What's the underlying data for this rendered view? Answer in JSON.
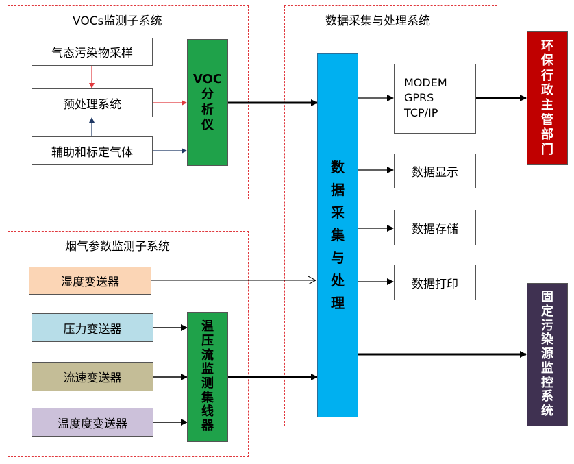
{
  "regions": {
    "voc": {
      "title": "VOCs监测子系统"
    },
    "acq": {
      "title": "数据采集与处理系统"
    },
    "flue": {
      "title": "烟气参数监测子系统"
    }
  },
  "boxes": {
    "gas_sampling": "气态污染物采样",
    "pretreatment": "预处理系统",
    "calibration_gas": "辅助和标定气体",
    "voc_analyzer": [
      "VOC",
      "分",
      "析",
      "仪"
    ],
    "humidity": "湿度变送器",
    "pressure": "压力变送器",
    "flow": "流速变送器",
    "temp": "温度度变送器",
    "collector": [
      "温",
      "压",
      "流",
      "监",
      "测",
      "集",
      "线",
      "器"
    ],
    "processing": [
      "数",
      "据",
      "采",
      "集",
      "与",
      "处",
      "理"
    ],
    "modem": [
      "MODEM",
      "GPRS",
      "TCP/IP"
    ],
    "display": "数据显示",
    "storage": "数据存储",
    "print": "数据打印",
    "env_dept": [
      "环",
      "保",
      "行",
      "政",
      "主",
      "管",
      "部",
      "门"
    ],
    "monitor_sys": [
      "固",
      "定",
      "污",
      "染",
      "源",
      "监",
      "控",
      "系",
      "统"
    ]
  },
  "colors": {
    "region_border": "#e0393e",
    "analyzer_green": "#1fa24a",
    "processing_blue": "#00b0f0",
    "env_red": "#c00000",
    "monitor_purple": "#3f3151",
    "humidity_fill": "#fbd5b5",
    "pressure_fill": "#b7dde8",
    "flow_fill": "#c4bd97",
    "temp_fill": "#ccc1da",
    "red_arrow": "#e0393e",
    "blue_arrow": "#1f3864"
  }
}
